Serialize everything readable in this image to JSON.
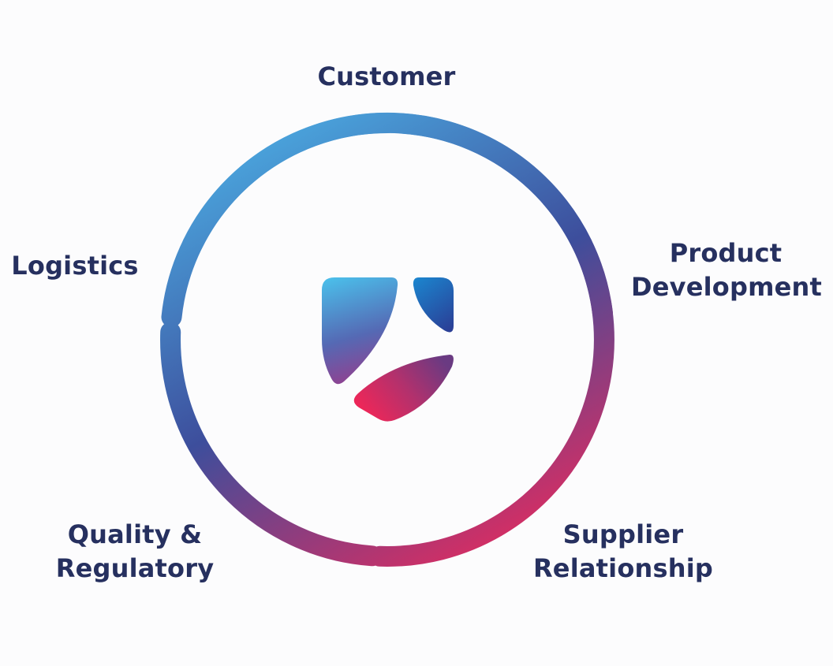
{
  "colors": {
    "text": "#26305f",
    "arc_start": "#4cb1e6",
    "arc_mid": "#3d4e9c",
    "arc_end": "#e22b5f"
  },
  "center_icon": "shield-logo-icon",
  "segments": [
    {
      "id": "customer",
      "lines": [
        "Customer"
      ]
    },
    {
      "id": "product-development",
      "lines": [
        "Product",
        "Development"
      ]
    },
    {
      "id": "supplier-relationship",
      "lines": [
        "Supplier",
        "Relationship"
      ]
    },
    {
      "id": "quality-regulatory",
      "lines": [
        "Quality &",
        "Regulatory"
      ]
    },
    {
      "id": "logistics",
      "lines": [
        "Logistics"
      ]
    }
  ]
}
